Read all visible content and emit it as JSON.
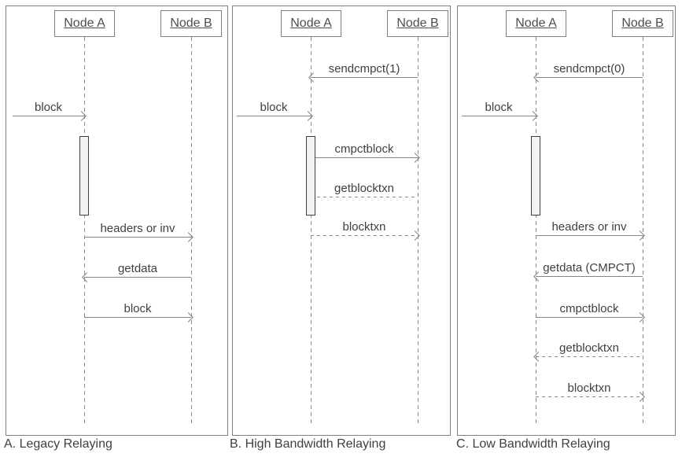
{
  "colors": {
    "background": "#ffffff",
    "panel_border": "#808080",
    "node_border": "#7f7f7f",
    "line": "#858585",
    "text": "#404040",
    "activation_fill": "#f2f2f2",
    "activation_border": "#404040"
  },
  "panels": [
    {
      "caption": "A. Legacy Relaying",
      "actors": [
        {
          "label": "Node A"
        },
        {
          "label": "Node B"
        }
      ],
      "messages": [
        {
          "label": "block",
          "from": "external",
          "to": "Node A",
          "style": "solid"
        },
        {
          "label": "headers or inv",
          "from": "Node A",
          "to": "Node B",
          "style": "solid"
        },
        {
          "label": "getdata",
          "from": "Node B",
          "to": "Node A",
          "style": "solid"
        },
        {
          "label": "block",
          "from": "Node A",
          "to": "Node B",
          "style": "solid"
        }
      ]
    },
    {
      "caption": "B. High Bandwidth Relaying",
      "actors": [
        {
          "label": "Node A"
        },
        {
          "label": "Node B"
        }
      ],
      "messages": [
        {
          "label": "sendcmpct(1)",
          "from": "Node B",
          "to": "Node A",
          "style": "solid"
        },
        {
          "label": "block",
          "from": "external",
          "to": "Node A",
          "style": "solid"
        },
        {
          "label": "cmpctblock",
          "from": "Node A",
          "to": "Node B",
          "style": "solid"
        },
        {
          "label": "getblocktxn",
          "from": "Node B",
          "to": "Node A",
          "style": "dashed"
        },
        {
          "label": "blocktxn",
          "from": "Node A",
          "to": "Node B",
          "style": "dashed"
        }
      ]
    },
    {
      "caption": "C. Low Bandwidth Relaying",
      "actors": [
        {
          "label": "Node A"
        },
        {
          "label": "Node B"
        }
      ],
      "messages": [
        {
          "label": "sendcmpct(0)",
          "from": "Node B",
          "to": "Node A",
          "style": "solid"
        },
        {
          "label": "block",
          "from": "external",
          "to": "Node A",
          "style": "solid"
        },
        {
          "label": "headers or inv",
          "from": "Node A",
          "to": "Node B",
          "style": "solid"
        },
        {
          "label": "getdata (CMPCT)",
          "from": "Node B",
          "to": "Node A",
          "style": "solid"
        },
        {
          "label": "cmpctblock",
          "from": "Node A",
          "to": "Node B",
          "style": "solid"
        },
        {
          "label": "getblocktxn",
          "from": "Node B",
          "to": "Node A",
          "style": "dashed"
        },
        {
          "label": "blocktxn",
          "from": "Node A",
          "to": "Node B",
          "style": "dashed"
        }
      ]
    }
  ]
}
